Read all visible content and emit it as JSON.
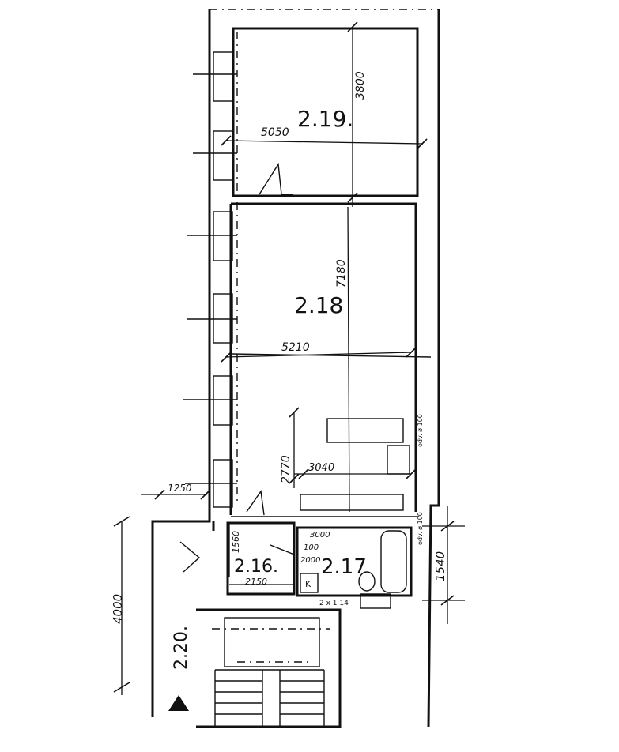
{
  "rooms": {
    "r219": "2.19.",
    "r218": "2.18",
    "r216": "2.16.",
    "r217": "2.17",
    "r220": "2.20."
  },
  "dimensions": {
    "d5050": "5050",
    "d3800": "3800",
    "d7180": "7180",
    "d5210": "5210",
    "d2770": "2770",
    "d3040": "3040",
    "d1250": "1250",
    "d4000": "4000",
    "d1540": "1540",
    "d1560": "1560",
    "d2150": "2150",
    "d3000": "3000",
    "d100": "100",
    "d2000": "2000"
  },
  "notes": {
    "duct_top": "odv. ø 100",
    "duct_mid": "odv. ø 100",
    "fixture_k": "K",
    "bottom_note": "2 x 1 14"
  }
}
